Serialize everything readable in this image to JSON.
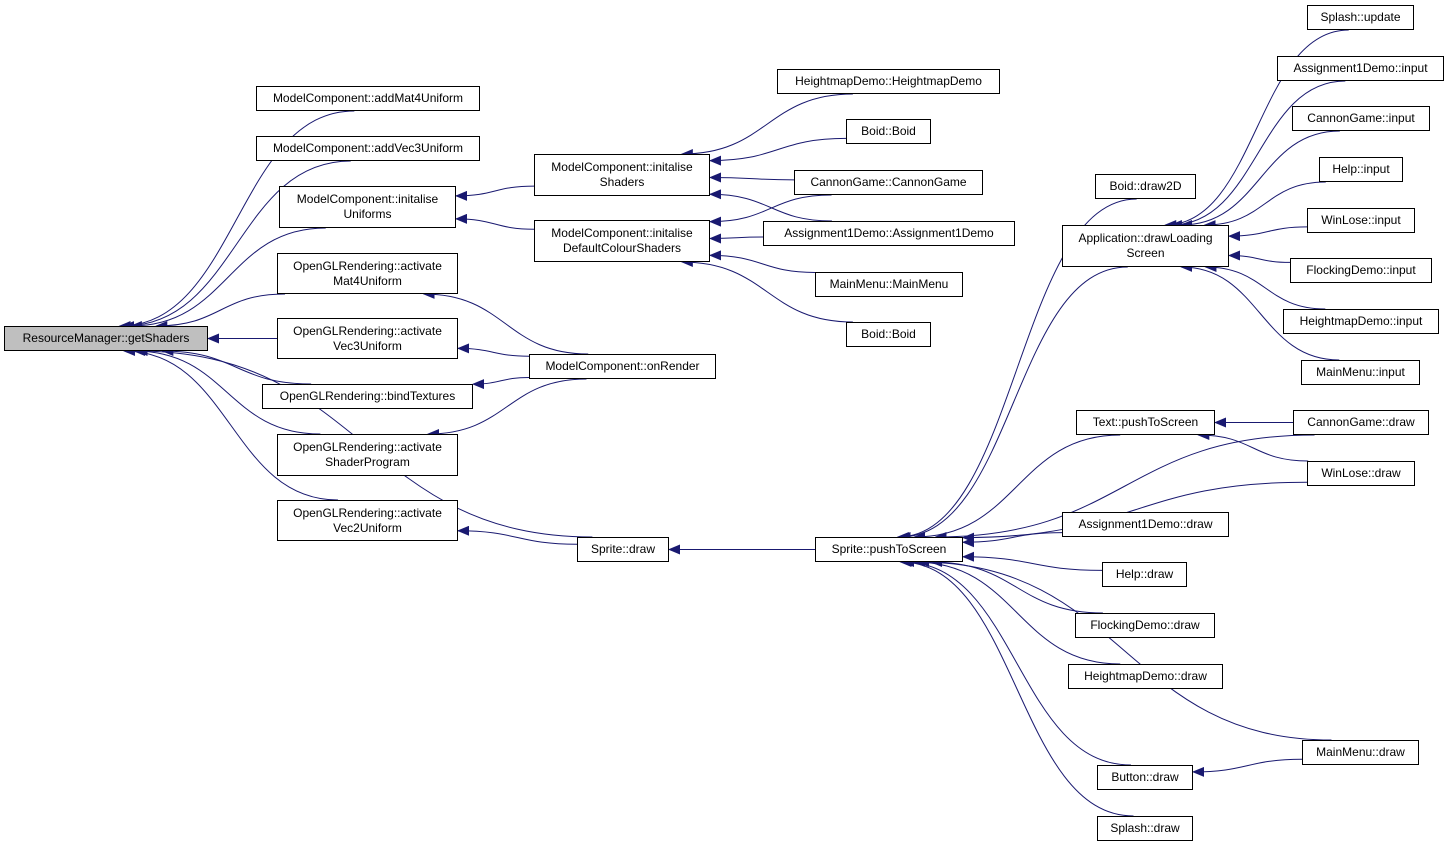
{
  "colors": {
    "edge": "#191970",
    "node_border": "#000000",
    "node_fill": "#ffffff",
    "root_fill": "#bfbfbf"
  },
  "nodes": {
    "resource_manager_get_shaders": "ResourceManager::getShaders",
    "mc_add_mat4_uniform": "ModelComponent::addMat4Uniform",
    "mc_add_vec3_uniform": "ModelComponent::addVec3Uniform",
    "mc_initalise_uniforms": "ModelComponent::initalise\nUniforms",
    "gl_activate_mat4_uniform": "OpenGLRendering::activate\nMat4Uniform",
    "gl_activate_vec3_uniform": "OpenGLRendering::activate\nVec3Uniform",
    "gl_bind_textures": "OpenGLRendering::bindTextures",
    "gl_activate_shader_program": "OpenGLRendering::activate\nShaderProgram",
    "gl_activate_vec2_uniform": "OpenGLRendering::activate\nVec2Uniform",
    "mc_initalise_shaders": "ModelComponent::initalise\nShaders",
    "mc_initalise_default_colour_shaders": "ModelComponent::initalise\nDefaultColourShaders",
    "mc_on_render": "ModelComponent::onRender",
    "sprite_draw": "Sprite::draw",
    "heightmap_demo_ctor": "HeightmapDemo::HeightmapDemo",
    "boid_boid_1": "Boid::Boid",
    "cannon_game_ctor": "CannonGame::CannonGame",
    "assignment1_demo_ctor": "Assignment1Demo::Assignment1Demo",
    "main_menu_ctor": "MainMenu::MainMenu",
    "boid_boid_2": "Boid::Boid",
    "sprite_push_to_screen": "Sprite::pushToScreen",
    "boid_draw2d": "Boid::draw2D",
    "app_draw_loading_screen": "Application::drawLoading\nScreen",
    "text_push_to_screen": "Text::pushToScreen",
    "assignment1_demo_draw": "Assignment1Demo::draw",
    "help_draw": "Help::draw",
    "flocking_demo_draw": "FlockingDemo::draw",
    "heightmap_demo_draw": "HeightmapDemo::draw",
    "button_draw": "Button::draw",
    "splash_draw": "Splash::draw",
    "splash_update": "Splash::update",
    "assignment1_demo_input": "Assignment1Demo::input",
    "cannon_game_input": "CannonGame::input",
    "help_input": "Help::input",
    "win_lose_input": "WinLose::input",
    "flocking_demo_input": "FlockingDemo::input",
    "heightmap_demo_input": "HeightmapDemo::input",
    "main_menu_input": "MainMenu::input",
    "cannon_game_draw": "CannonGame::draw",
    "win_lose_draw": "WinLose::draw",
    "main_menu_draw": "MainMenu::draw"
  },
  "edges": [
    {
      "caller": "mc_add_mat4_uniform",
      "callee": "resource_manager_get_shaders"
    },
    {
      "caller": "mc_add_vec3_uniform",
      "callee": "resource_manager_get_shaders"
    },
    {
      "caller": "mc_initalise_uniforms",
      "callee": "resource_manager_get_shaders"
    },
    {
      "caller": "gl_activate_mat4_uniform",
      "callee": "resource_manager_get_shaders"
    },
    {
      "caller": "gl_activate_vec3_uniform",
      "callee": "resource_manager_get_shaders"
    },
    {
      "caller": "gl_bind_textures",
      "callee": "resource_manager_get_shaders"
    },
    {
      "caller": "gl_activate_shader_program",
      "callee": "resource_manager_get_shaders"
    },
    {
      "caller": "gl_activate_vec2_uniform",
      "callee": "resource_manager_get_shaders"
    },
    {
      "caller": "sprite_draw",
      "callee": "resource_manager_get_shaders"
    },
    {
      "caller": "mc_initalise_shaders",
      "callee": "mc_initalise_uniforms"
    },
    {
      "caller": "mc_initalise_default_colour_shaders",
      "callee": "mc_initalise_uniforms"
    },
    {
      "caller": "mc_on_render",
      "callee": "gl_activate_mat4_uniform"
    },
    {
      "caller": "mc_on_render",
      "callee": "gl_activate_vec3_uniform"
    },
    {
      "caller": "mc_on_render",
      "callee": "gl_bind_textures"
    },
    {
      "caller": "mc_on_render",
      "callee": "gl_activate_shader_program"
    },
    {
      "caller": "sprite_draw",
      "callee": "gl_activate_vec2_uniform"
    },
    {
      "caller": "heightmap_demo_ctor",
      "callee": "mc_initalise_shaders"
    },
    {
      "caller": "boid_boid_1",
      "callee": "mc_initalise_shaders"
    },
    {
      "caller": "cannon_game_ctor",
      "callee": "mc_initalise_shaders"
    },
    {
      "caller": "assignment1_demo_ctor",
      "callee": "mc_initalise_shaders"
    },
    {
      "caller": "cannon_game_ctor",
      "callee": "mc_initalise_default_colour_shaders"
    },
    {
      "caller": "assignment1_demo_ctor",
      "callee": "mc_initalise_default_colour_shaders"
    },
    {
      "caller": "main_menu_ctor",
      "callee": "mc_initalise_default_colour_shaders"
    },
    {
      "caller": "boid_boid_2",
      "callee": "mc_initalise_default_colour_shaders"
    },
    {
      "caller": "sprite_push_to_screen",
      "callee": "sprite_draw"
    },
    {
      "caller": "boid_draw2d",
      "callee": "sprite_push_to_screen"
    },
    {
      "caller": "app_draw_loading_screen",
      "callee": "sprite_push_to_screen"
    },
    {
      "caller": "cannon_game_draw",
      "callee": "sprite_push_to_screen"
    },
    {
      "caller": "text_push_to_screen",
      "callee": "sprite_push_to_screen"
    },
    {
      "caller": "win_lose_draw",
      "callee": "sprite_push_to_screen"
    },
    {
      "caller": "assignment1_demo_draw",
      "callee": "sprite_push_to_screen"
    },
    {
      "caller": "help_draw",
      "callee": "sprite_push_to_screen"
    },
    {
      "caller": "flocking_demo_draw",
      "callee": "sprite_push_to_screen"
    },
    {
      "caller": "heightmap_demo_draw",
      "callee": "sprite_push_to_screen"
    },
    {
      "caller": "main_menu_draw",
      "callee": "sprite_push_to_screen"
    },
    {
      "caller": "button_draw",
      "callee": "sprite_push_to_screen"
    },
    {
      "caller": "splash_draw",
      "callee": "sprite_push_to_screen"
    },
    {
      "caller": "splash_update",
      "callee": "app_draw_loading_screen"
    },
    {
      "caller": "assignment1_demo_input",
      "callee": "app_draw_loading_screen"
    },
    {
      "caller": "cannon_game_input",
      "callee": "app_draw_loading_screen"
    },
    {
      "caller": "help_input",
      "callee": "app_draw_loading_screen"
    },
    {
      "caller": "win_lose_input",
      "callee": "app_draw_loading_screen"
    },
    {
      "caller": "flocking_demo_input",
      "callee": "app_draw_loading_screen"
    },
    {
      "caller": "heightmap_demo_input",
      "callee": "app_draw_loading_screen"
    },
    {
      "caller": "main_menu_input",
      "callee": "app_draw_loading_screen"
    },
    {
      "caller": "cannon_game_draw",
      "callee": "text_push_to_screen"
    },
    {
      "caller": "win_lose_draw",
      "callee": "text_push_to_screen"
    },
    {
      "caller": "main_menu_draw",
      "callee": "button_draw"
    }
  ]
}
